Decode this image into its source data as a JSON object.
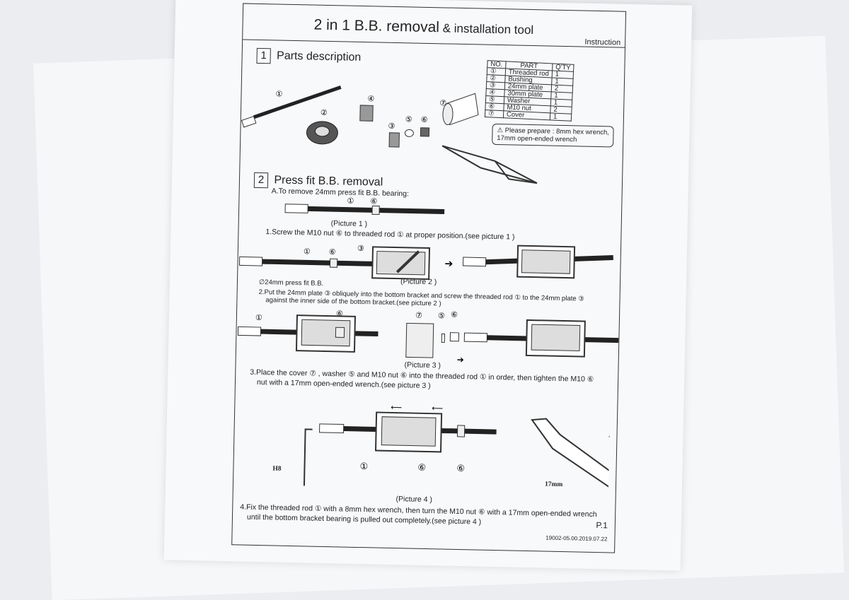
{
  "document": {
    "title_prefix": "2 in 1 B.B. removal",
    "title_suffix": "& installation tool",
    "instruction_label": "Instruction",
    "page_number": "P.1",
    "doc_code": "19002-05.00.2019.07.22"
  },
  "section1": {
    "number": "1",
    "title": "Parts description",
    "table_headers": {
      "no": "NO.",
      "part": "PART",
      "qty": "Q'TY"
    },
    "parts": [
      {
        "no": "①",
        "name": "Threaded rod",
        "qty": "1"
      },
      {
        "no": "②",
        "name": "Bushing",
        "qty": "1"
      },
      {
        "no": "③",
        "name": "24mm plate",
        "qty": "2"
      },
      {
        "no": "④",
        "name": "30mm plate",
        "qty": "1"
      },
      {
        "no": "⑤",
        "name": "Washer",
        "qty": "1"
      },
      {
        "no": "⑥",
        "name": "M10 nut",
        "qty": "2"
      },
      {
        "no": "⑦",
        "name": "Cover",
        "qty": "1"
      }
    ],
    "notice_line1": "⚠ Please prepare : 8mm hex wrench,",
    "notice_line2": "17mm open-ended wrench"
  },
  "section2": {
    "number": "2",
    "title": "Press fit B.B. removal",
    "subtitle": "A.To remove 24mm press fit B.B. bearing:",
    "picture1": "(Picture 1 )",
    "step1": "1.Screw the M10 nut  ⑥  to threaded rod  ①   at proper position.(see picture 1 )",
    "pressfit_label": "∅24mm press fit B.B.",
    "picture2": "(Picture 2 )",
    "step2_line1": "2.Put the 24mm plate  ③  obliquely into the bottom bracket and screw the threaded rod  ①  to the 24mm plate  ③",
    "step2_line2": "against the inner side of the bottom bracket.(see picture 2 )",
    "picture3": "(Picture 3 )",
    "step3_line1": "3.Place the cover  ⑦  , washer  ⑤ and M10 nut  ⑥  into the threaded rod  ①  in order, then tighten the M10 ⑥",
    "step3_line2": "nut with  a 17mm open-ended wrench.(see picture 3 )",
    "picture4": "(Picture 4 )",
    "step4_line1": "4.Fix the threaded rod  ①  with a 8mm hex wrench, then turn the M10 nut  ⑥  with a 17mm open-ended wrench",
    "step4_line2": "until the bottom bracket bearing is pulled out completely.(see picture 4 )",
    "hex_label": "H8",
    "wrench_label": "17mm",
    "marks": {
      "one": "①",
      "two": "②",
      "three": "③",
      "four": "④",
      "five": "⑤",
      "six": "⑥",
      "seven": "⑦"
    }
  }
}
